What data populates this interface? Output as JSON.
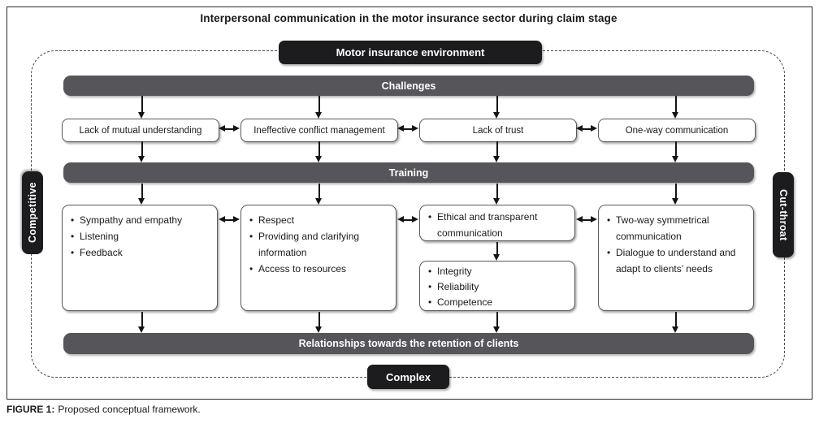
{
  "figure": {
    "title": "Interpersonal communication in the motor insurance sector during claim stage",
    "caption": {
      "label": "FIGURE 1:",
      "text": "Proposed conceptual framework."
    }
  },
  "environment": {
    "top": "Motor insurance environment",
    "bottom": "Complex",
    "left": "Competitive",
    "right": "Cut-throat"
  },
  "bands": {
    "challenges": "Challenges",
    "training": "Training",
    "outcome": "Relationships towards the retention of clients"
  },
  "challenges": [
    "Lack of mutual understanding",
    "Ineffective conflict management",
    "Lack of trust",
    "One-way communication"
  ],
  "training": {
    "interpersonal": [
      "Sympathy and empathy",
      "Listening",
      "Feedback"
    ],
    "support": [
      "Respect",
      "Providing and clarifying information",
      "Access to resources"
    ],
    "ethics": [
      "Ethical and transparent communication"
    ],
    "ethics_outcomes": [
      "Integrity",
      "Reliability",
      "Competence"
    ],
    "dialogue": [
      "Two-way symmetrical communication",
      "Dialogue to understand and adapt to clients’ needs"
    ]
  },
  "colors": {
    "band_bg": "#56565a",
    "pill_bg": "#1c1c1e",
    "box_border": "#5a5a5e",
    "arrow": "#141414",
    "text": "#1a1a1a"
  }
}
